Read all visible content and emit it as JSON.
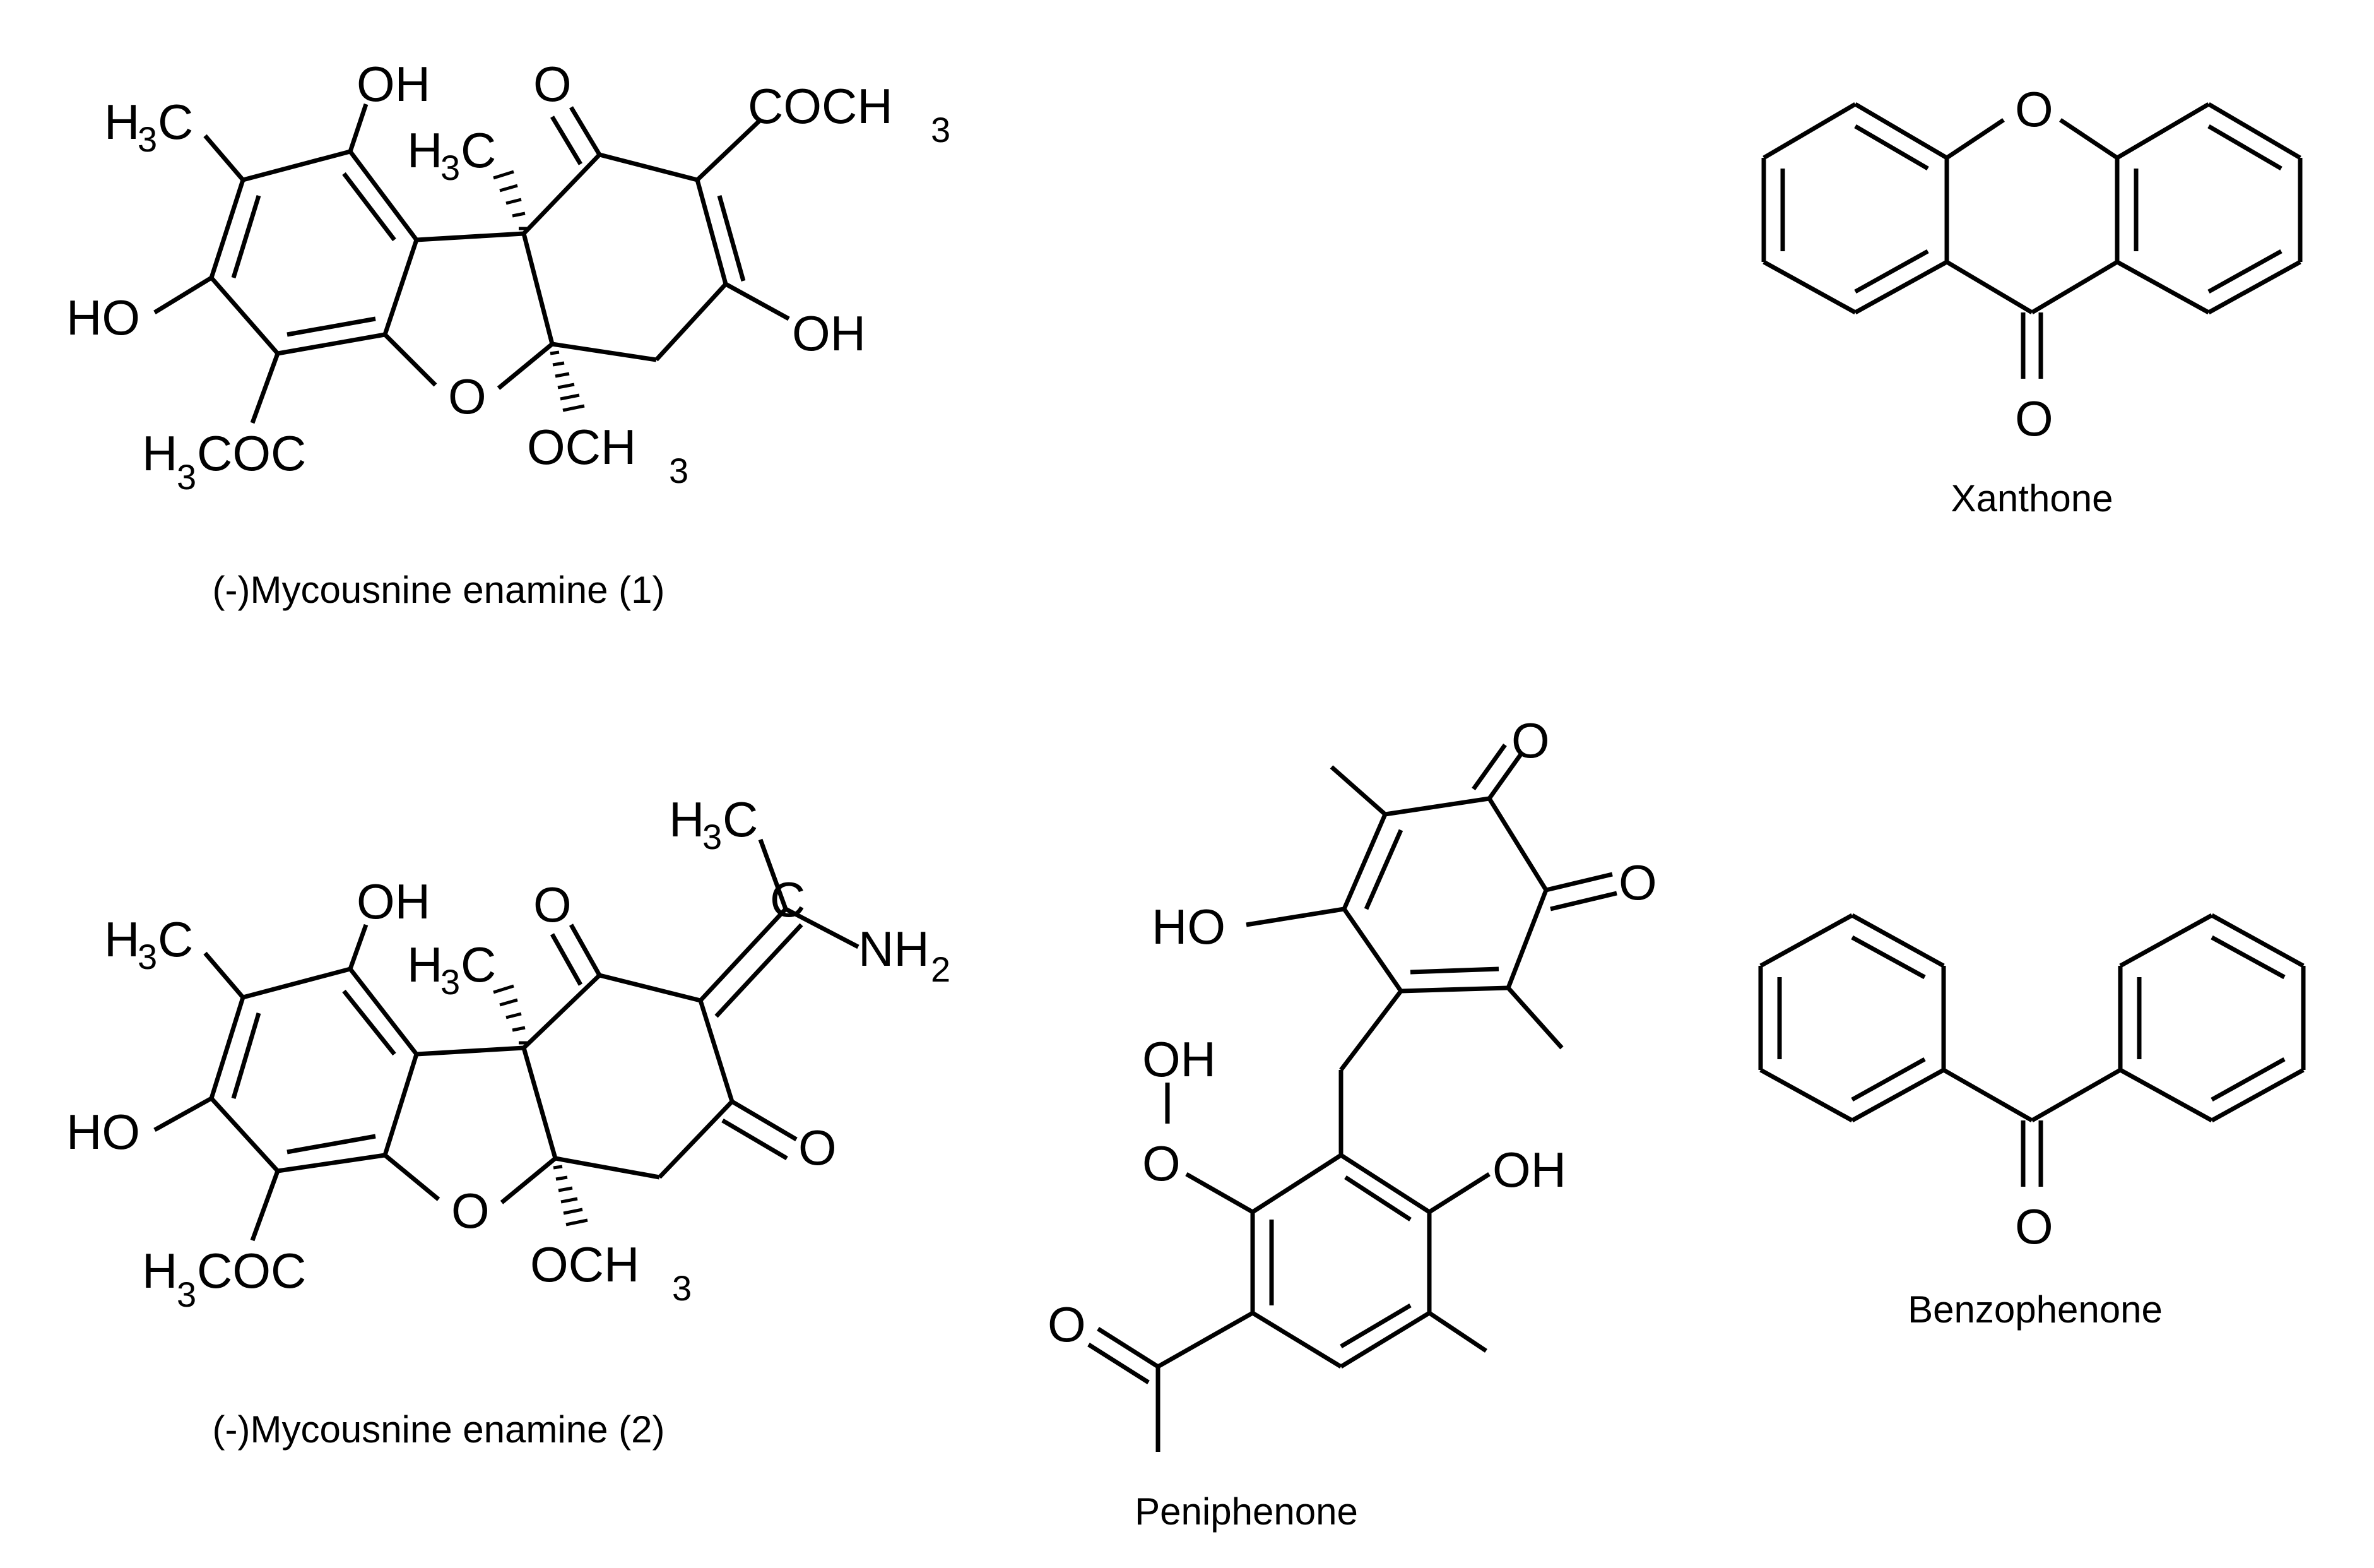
{
  "figure": {
    "captions": {
      "mycousnine_1": "(-)Mycousnine enamine (1)",
      "mycousnine_2": "(-)Mycousnine enamine (2)",
      "xanthone": "Xanthone",
      "peniphenone": "Peniphenone",
      "benzophenone": "Benzophenone"
    },
    "atoms": {
      "OH": "OH",
      "HO": "HO",
      "O": "O",
      "H": "H",
      "C": "C",
      "CH": "CH",
      "COC": "COC",
      "COCH": "COCH",
      "OCH": "OCH",
      "NH": "NH",
      "sub2": "2",
      "sub3": "3"
    },
    "colors": {
      "ink": "#000000",
      "background": "#ffffff"
    }
  }
}
